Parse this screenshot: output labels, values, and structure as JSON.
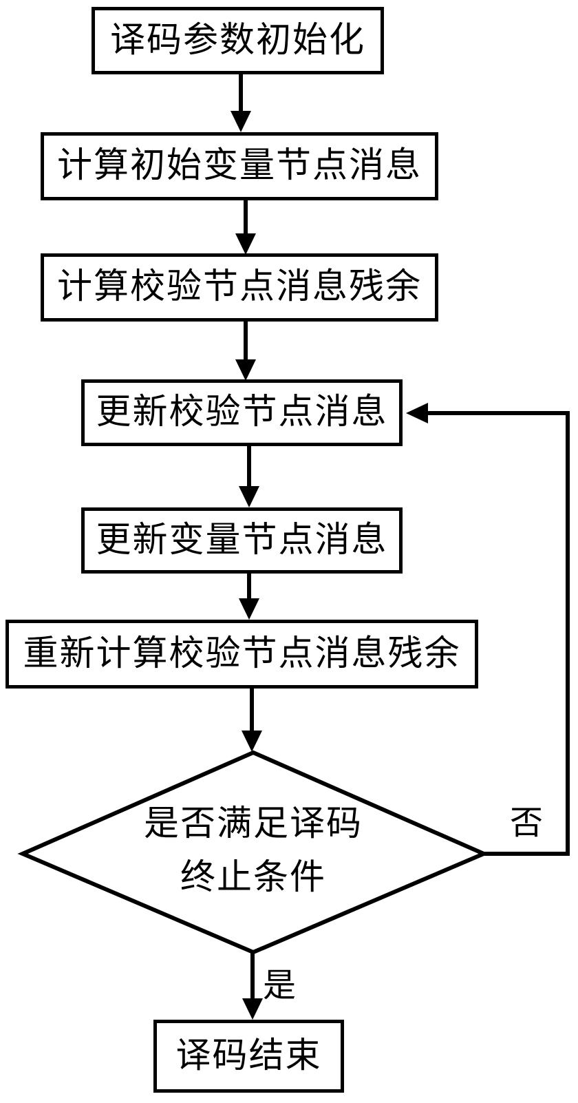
{
  "flowchart": {
    "title": "",
    "nodes": [
      {
        "id": "init",
        "type": "process",
        "label": "译码参数初始化"
      },
      {
        "id": "calc_initial_var_msgs",
        "type": "process",
        "label": "计算初始变量节点消息"
      },
      {
        "id": "calc_check_residuals",
        "type": "process",
        "label": "计算校验节点消息残余"
      },
      {
        "id": "update_check_msgs",
        "type": "process",
        "label": "更新校验节点消息"
      },
      {
        "id": "update_var_msgs",
        "type": "process",
        "label": "更新变量节点消息"
      },
      {
        "id": "recalc_check_residuals",
        "type": "process",
        "label": "重新计算校验节点消息残余"
      },
      {
        "id": "decode_end",
        "type": "process",
        "label": "译码结束"
      }
    ],
    "decision": {
      "id": "termination_check",
      "type": "decision",
      "line1": "是否满足译码",
      "line2": "终止条件"
    },
    "edge_labels": {
      "no": "否",
      "yes": "是"
    },
    "colors": {
      "stroke": "#000000",
      "background": "#ffffff"
    }
  }
}
